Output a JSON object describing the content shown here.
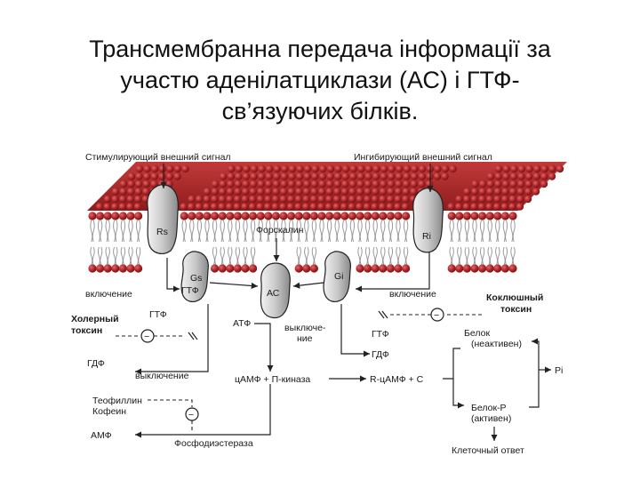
{
  "title_lines": [
    "Трансмембранна передача інформації за",
    "участю аденілатциклази (АС) і ГТФ-",
    "св’язуючих білків."
  ],
  "colors": {
    "membrane_head": "#b3262a",
    "membrane_head_dark": "#7a1414",
    "tail": "#9a9a9a",
    "protein": "#cfcfcf"
  },
  "diagram": {
    "stim_signal": "Стимулирующий внешний сигнал",
    "inhib_signal": "Ингибирующий внешний сигнал",
    "rs": "Rs",
    "ri": "Ri",
    "forskolin": "Форскалин",
    "gs": "Gs",
    "gtp_on_gs": "ГТФ",
    "ac": "АС",
    "gi": "Gi",
    "activation_left": "включение",
    "activation_right": "включение",
    "pertussis_1": "Коклюшный",
    "pertussis_2": "токсин",
    "cholera_1": "Холерный",
    "cholera_2": "токсин",
    "gtp_left": "ГТФ",
    "atp": "АТФ",
    "deact_1": "выключе-",
    "deact_2": "ние",
    "gtp_right": "ГТФ",
    "gdp_right": "ГДФ",
    "gdp_left": "ГДФ",
    "deact_left": "выключение",
    "protein_inactive_1": "Белок",
    "protein_inactive_2": "(неактивен)",
    "camp_pk": "цАМФ + П-киназа",
    "r_camp_c": "R-цАМФ + C",
    "pi": "Pi",
    "theophylline": "Теофиллин",
    "caffeine": "Кофеин",
    "protein_active_1": "Белок-Р",
    "protein_active_2": "(активен)",
    "amp": "АМФ",
    "pde": "Фосфодиэстераза",
    "cell_response": "Клеточный ответ",
    "minus": "−"
  }
}
